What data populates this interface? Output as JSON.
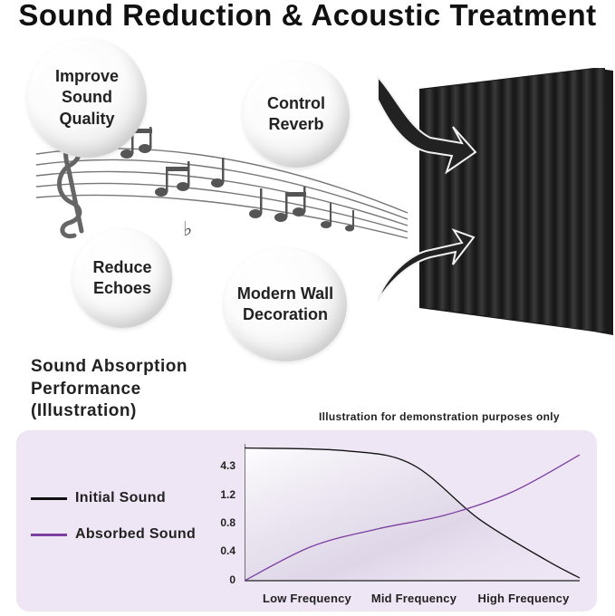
{
  "title": "Sound Reduction & Acoustic Treatment",
  "bubbles": {
    "improve": [
      "Improve",
      "Sound",
      "Quality"
    ],
    "reverb": [
      "Control",
      "Reverb"
    ],
    "echoes": [
      "Reduce",
      "Echoes"
    ],
    "decoration": [
      "Modern Wall",
      "Decoration"
    ]
  },
  "performance": {
    "title_lines": [
      "Sound Absorption",
      "Performance",
      "(Illustration)"
    ],
    "disclaimer": "Illustration for demonstration purposes only"
  },
  "chart_data": {
    "type": "line",
    "yticks": [
      "4.3",
      "1.2",
      "0.8",
      "0.4",
      "0"
    ],
    "xticks": [
      "Low Frequency",
      "Mid Frequency",
      "High Frequency"
    ],
    "series": [
      {
        "name": "Initial Sound",
        "color": "#111111",
        "points": [
          [
            0,
            0.97
          ],
          [
            0.3,
            0.95
          ],
          [
            0.5,
            0.85
          ],
          [
            0.7,
            0.45
          ],
          [
            0.9,
            0.15
          ],
          [
            1.0,
            0.02
          ]
        ]
      },
      {
        "name": "Absorbed Sound",
        "color": "#7b3fa0",
        "points": [
          [
            0,
            0.0
          ],
          [
            0.2,
            0.25
          ],
          [
            0.4,
            0.38
          ],
          [
            0.6,
            0.48
          ],
          [
            0.8,
            0.65
          ],
          [
            1.0,
            0.92
          ]
        ]
      }
    ]
  },
  "colors": {
    "panel": "#efe6f5",
    "absorbed": "#7b3fa0",
    "initial": "#111111"
  }
}
